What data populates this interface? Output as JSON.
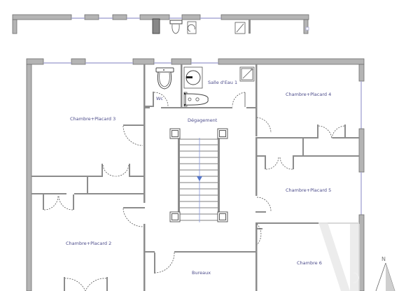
{
  "plan": {
    "rooms": [
      {
        "id": "chambre-placard-3",
        "label": "Chambre+Placard 3"
      },
      {
        "id": "wc",
        "label": "Wc"
      },
      {
        "id": "salle-d-eau-1",
        "label": "Salle d'Eau 1"
      },
      {
        "id": "chambre-placard-4",
        "label": "Chambre+Placard 4"
      },
      {
        "id": "degagement",
        "label": "Dégagement"
      },
      {
        "id": "chambre-placard-5",
        "label": "Chambre+Placard 5"
      },
      {
        "id": "chambre-placard-2",
        "label": "Chambre+Placard 2"
      },
      {
        "id": "bureaux",
        "label": "Bureaux"
      },
      {
        "id": "chambre-6",
        "label": "Chambre 6"
      }
    ],
    "compass": {
      "label": "N"
    },
    "stair": {
      "direction": "down"
    },
    "colors": {
      "wall": "#b4b4b4",
      "window": "#a9a9d6",
      "label": "#4b4b8a",
      "stair_arrow": "#5577cc"
    }
  }
}
